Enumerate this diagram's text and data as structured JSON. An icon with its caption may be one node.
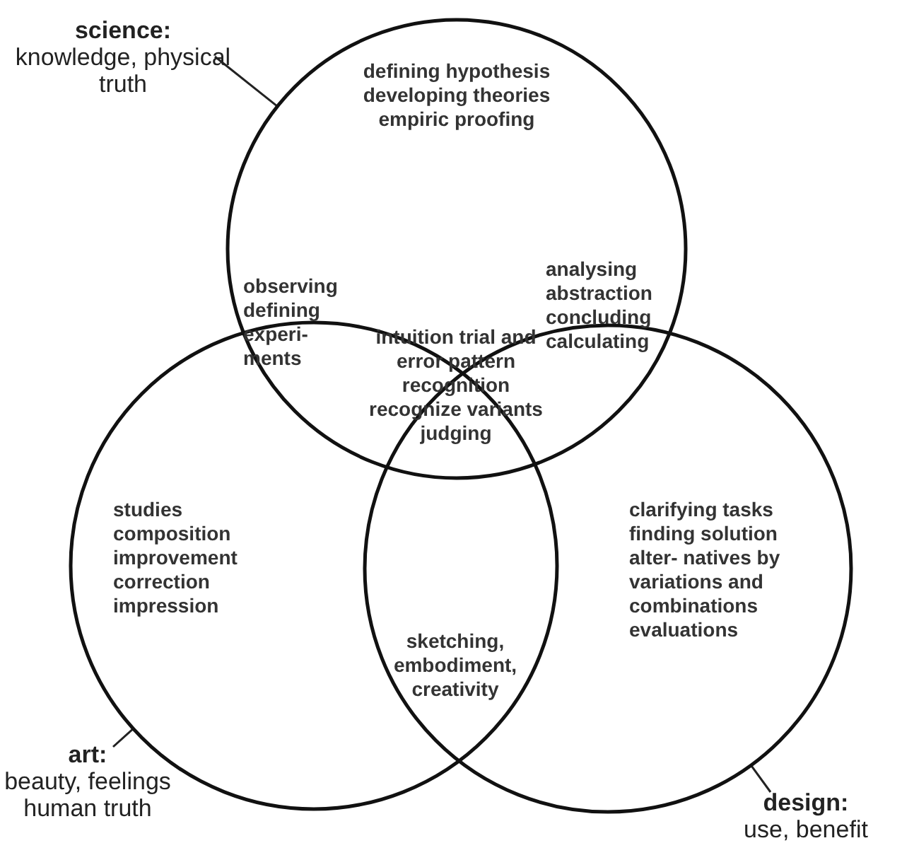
{
  "diagram": {
    "nodes": [
      {
        "text": [
          "science:",
          "knowledge, physical truth"
        ]
      },
      {
        "text": [],
        "shape": "circle"
      },
      {
        "text": [
          "art:",
          "beauty, feelings human truth"
        ]
      },
      {
        "text": [],
        "shape": "circle"
      },
      {
        "text": [
          "design:",
          "use, benefit"
        ]
      },
      {
        "text": [],
        "shape": "circle"
      }
    ],
    "edges": [
      {
        "from": 0,
        "to": 1,
        "arrow": "none"
      },
      {
        "from": 2,
        "to": 3,
        "arrow": "none"
      },
      {
        "from": 4,
        "to": 5,
        "arrow": "none"
      }
    ],
    "labels": [
      "defining hypothesis developing theories empiric proofing",
      "observing defining experi- ments",
      "analysing abstraction concluding calculating",
      "intuition trial and error pattern recognition recognize variants judging",
      "studies composition improvement correction impression",
      "clarifying tasks finding solution alter- natives by variations and combinations evaluations",
      "sketching, embodiment, creativity"
    ]
  }
}
